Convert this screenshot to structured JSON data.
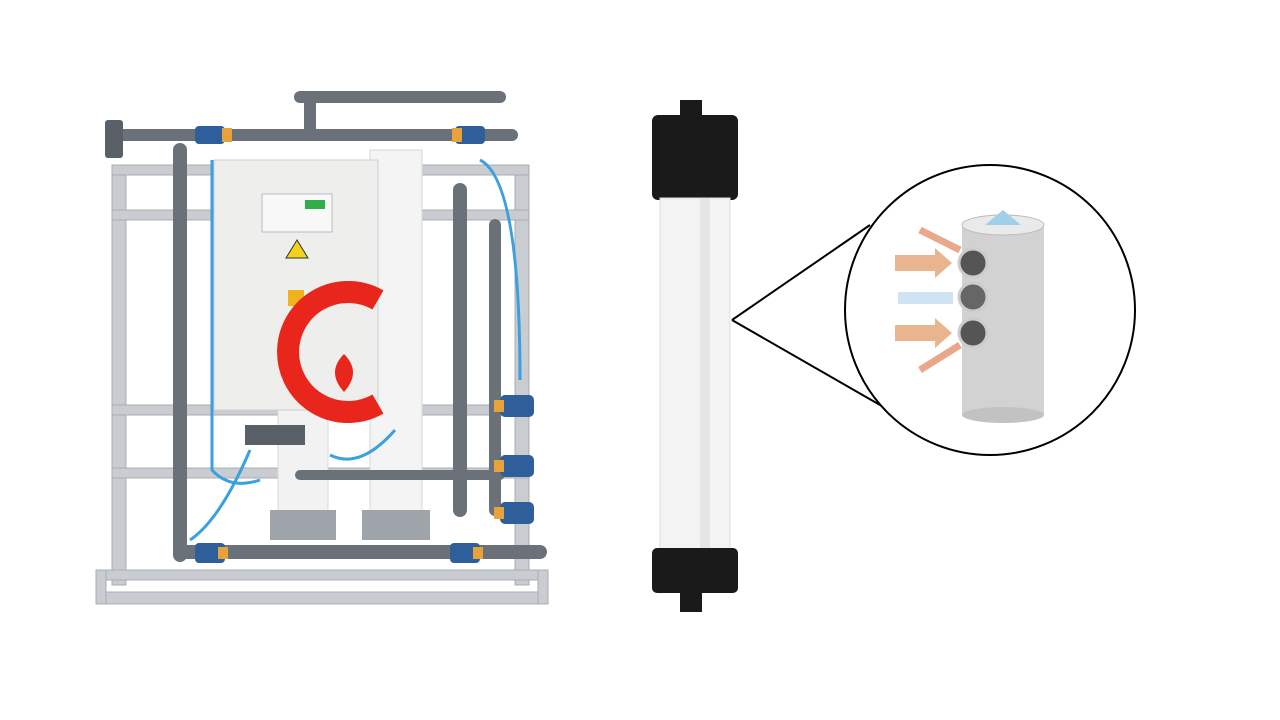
{
  "scene": {
    "background": "#ffffff",
    "objects": [
      {
        "name": "ultrafiltration-skid",
        "description_icon": "water-treatment-unit"
      },
      {
        "name": "membrane-module",
        "description_icon": "filter-cartridge"
      },
      {
        "name": "magnified-fiber-callout",
        "description_icon": "magnifier-circle"
      }
    ],
    "colors": {
      "frame": "#c9ccd0",
      "pipe": "#6b7178",
      "panel": "#eeeeec",
      "logo_red": "#e8261c",
      "valve_orange": "#e8a23a",
      "valve_blue": "#2f5f9a",
      "hose_blue": "#3aa0e0",
      "module_cap": "#1a1a1a",
      "module_body": "#f3f3f3",
      "warning_yellow": "#f2d21a",
      "display_green": "#2fae4a"
    }
  }
}
